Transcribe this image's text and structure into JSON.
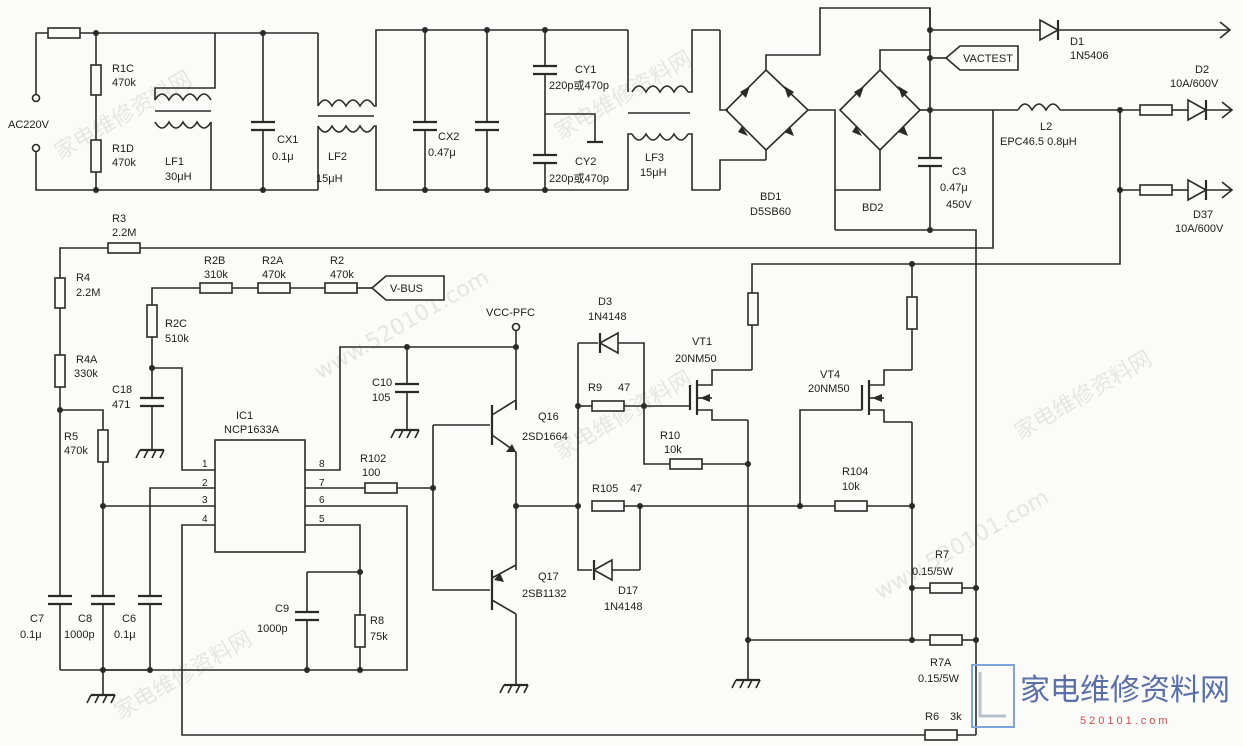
{
  "labels": {
    "ac": "AC220V",
    "r1c": "R1C",
    "r1c_v": "470k",
    "r1d": "R1D",
    "r1d_v": "470k",
    "lf1": "LF1",
    "lf1_v": "30μH",
    "cx1": "CX1",
    "cx1_v": "0.1μ",
    "lf2": "LF2",
    "lf2_v": "15μH",
    "cx2": "CX2",
    "cx2_v": "0.47μ",
    "cy1": "CY1",
    "cy1_v": "220p或470p",
    "cy2": "CY2",
    "cy2_v": "220p或470p",
    "lf3": "LF3",
    "lf3_v": "15μH",
    "bd1": "BD1",
    "bd1_v": "D5SB60",
    "bd2": "BD2",
    "vactest": "VACTEST",
    "d1": "D1",
    "d1_v": "1N5406",
    "d2": "D2",
    "d2_v": "10A/600V",
    "l2": "L2",
    "l2_v": "EPC46.5  0.8μH",
    "d37": "D37",
    "d37_v": "10A/600V",
    "c3": "C3",
    "c3_v": "0.47μ",
    "c3_v2": "450V",
    "r3": "R3",
    "r3_v": "2.2M",
    "r4": "R4",
    "r4_v": "2.2M",
    "r4a": "R4A",
    "r4a_v": "330k",
    "r5": "R5",
    "r5_v": "470k",
    "r2b": "R2B",
    "r2b_v": "310k",
    "r2a": "R2A",
    "r2a_v": "470k",
    "r2": "R2",
    "r2_v": "470k",
    "vbus": "V-BUS",
    "r2c": "R2C",
    "r2c_v": "510k",
    "c18": "C18",
    "c18_v": "471",
    "ic1": "IC1",
    "ic1_v": "NCP1633A",
    "vcc": "VCC-PFC",
    "c10": "C10",
    "c10_v": "105",
    "r102": "R102",
    "r102_v": "100",
    "q16": "Q16",
    "q16_v": "2SD1664",
    "q17": "Q17",
    "q17_v": "2SB1132",
    "d3": "D3",
    "d3_v": "1N4148",
    "d17": "D17",
    "d17_v": "1N4148",
    "r9": "R9",
    "r9_v": "47",
    "r10": "R10",
    "r10_v": "10k",
    "r105": "R105",
    "r105_v": "47",
    "vt1": "VT1",
    "vt1_v": "20NM50",
    "vt4": "VT4",
    "vt4_v": "20NM50",
    "r104": "R104",
    "r104_v": "10k",
    "r7": "R7",
    "r7_v": "0.15/5W",
    "r7a": "R7A",
    "r7a_v": "0.15/5W",
    "r6": "R6",
    "r6_v": "3k",
    "c7": "C7",
    "c7_v": "0.1μ",
    "c8": "C8",
    "c8_v": "1000p",
    "c6": "C6",
    "c6_v": "0.1μ",
    "c9": "C9",
    "c9_v": "1000p",
    "r8": "R8",
    "r8_v": "75k",
    "pin1": "1",
    "pin2": "2",
    "pin3": "3",
    "pin4": "4",
    "pin5": "5",
    "pin6": "6",
    "pin7": "7",
    "pin8": "8"
  },
  "watermark": {
    "text_cn": "家电维修资料网",
    "text_url": "www.520101.com"
  },
  "logo": {
    "title": "家电维修资料网",
    "url": "520101.com"
  }
}
